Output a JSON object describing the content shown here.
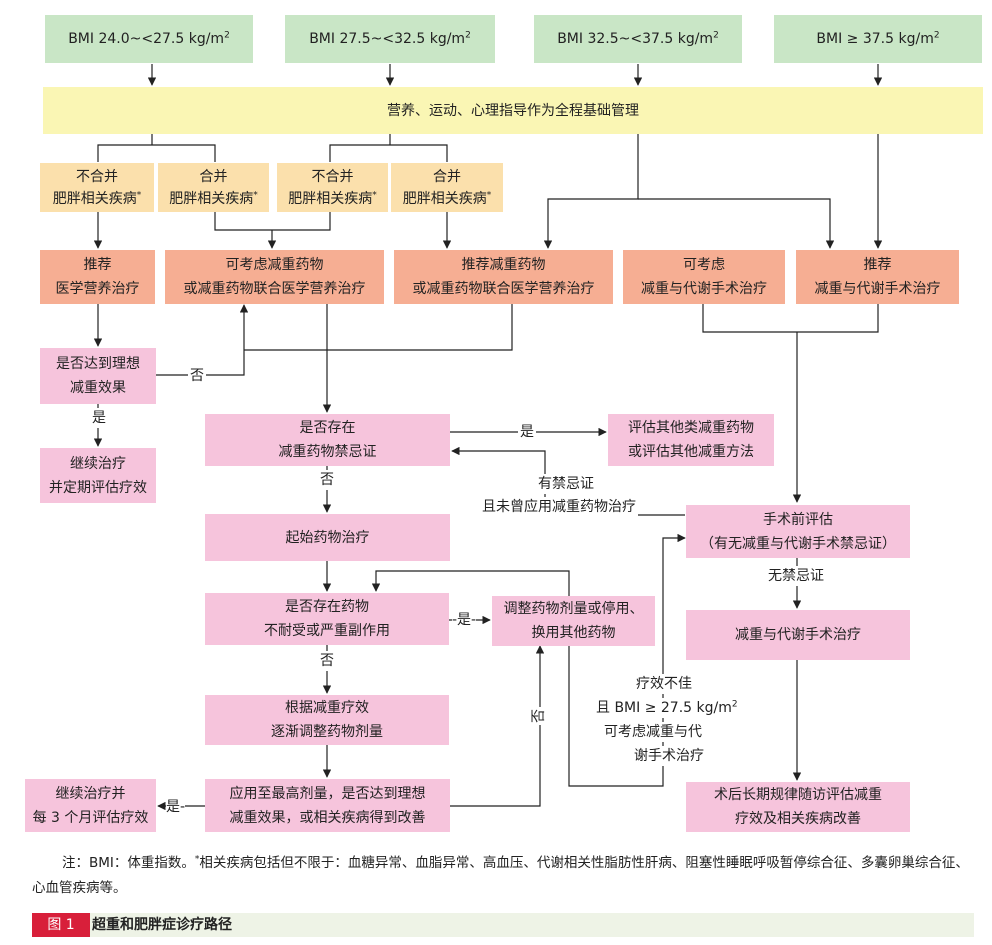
{
  "bmi": [
    {
      "label": "BMI 24.0~<27.5 kg/m",
      "sup": "2"
    },
    {
      "label": "BMI 27.5~<32.5 kg/m",
      "sup": "2"
    },
    {
      "label": "BMI 32.5~<37.5 kg/m",
      "sup": "2"
    },
    {
      "label": "BMI ≥ 37.5 kg/m",
      "sup": "2"
    }
  ],
  "base_management": "营养、运动、心理指导作为全程基础管理",
  "comorbidity": [
    {
      "line1": "不合并",
      "line2": "肥胖相关疾病",
      "sup": "*"
    },
    {
      "line1": "合并",
      "line2": "肥胖相关疾病",
      "sup": "*"
    },
    {
      "line1": "不合并",
      "line2": "肥胖相关疾病",
      "sup": "*"
    },
    {
      "line1": "合并",
      "line2": "肥胖相关疾病",
      "sup": "*"
    }
  ],
  "treatments": [
    {
      "line1": "推荐",
      "line2": "医学营养治疗"
    },
    {
      "line1": "可考虑减重药物",
      "line2": "或减重药物联合医学营养治疗"
    },
    {
      "line1": "推荐减重药物",
      "line2": "或减重药物联合医学营养治疗"
    },
    {
      "line1": "可考虑",
      "line2": "减重与代谢手术治疗"
    },
    {
      "line1": "推荐",
      "line2": "减重与代谢手术治疗"
    }
  ],
  "left_branch": {
    "ideal": {
      "line1": "是否达到理想",
      "line2": "减重效果"
    },
    "continue": {
      "line1": "继续治疗",
      "line2": "并定期评估疗效"
    }
  },
  "drug_branch": {
    "contraindication": {
      "line1": "是否存在",
      "line2": "减重药物禁忌证"
    },
    "other_methods": {
      "line1": "评估其他类减重药物",
      "line2": "或评估其他减重方法"
    },
    "start": "起始药物治疗",
    "intolerance": {
      "line1": "是否存在药物",
      "line2": "不耐受或严重副作用"
    },
    "adjust": {
      "line1": "调整药物剂量或停用、",
      "line2": "换用其他药物"
    },
    "titrate": {
      "line1": "根据减重疗效",
      "line2": "逐渐调整药物剂量"
    },
    "max_dose": {
      "line1": "应用至最高剂量，是否达到理想",
      "line2": "减重效果，或相关疾病得到改善"
    },
    "continue_3m": {
      "line1": "继续治疗并",
      "line2": "每 3 个月评估疗效"
    }
  },
  "surgery_branch": {
    "preop": {
      "line1": "手术前评估",
      "line2": "（有无减重与代谢手术禁忌证）"
    },
    "surgery": "减重与代谢手术治疗",
    "followup": {
      "line1": "术后长期规律随访评估减重",
      "line2": "疗效及相关疾病改善"
    }
  },
  "labels": {
    "no": "否",
    "yes": "是",
    "has_contra_1": "有禁忌证",
    "has_contra_2": "且未曾应用减重药物治疗",
    "no_contra": "无禁忌证",
    "poor_1": "疗效不佳",
    "poor_2": "且 BMI ≥ 27.5 kg/m",
    "poor_2_sup": "2",
    "poor_3": "可考虑减重与代",
    "poor_4": "谢手术治疗",
    "dash_yes": "是-",
    "yes_dash": "-是-"
  },
  "note": {
    "part1": "注：BMI：体重指数。",
    "sup": "*",
    "part2": "相关疾病包括但不限于：血糖异常、血脂异常、高血压、代谢相关性脂肪性肝病、阻塞性睡眠呼吸暂停综合征、多囊卵巢综合征、心血管疾病等。"
  },
  "figure": {
    "tag": "图 1",
    "title": "超重和肥胖症诊疗路径"
  },
  "colors": {
    "green": "#c9e6c6",
    "yellow": "#faf6b4",
    "peach": "#fbe0ac",
    "salmon": "#f6ae93",
    "pink": "#f6c4dc",
    "accent_red": "#d81f3a"
  }
}
